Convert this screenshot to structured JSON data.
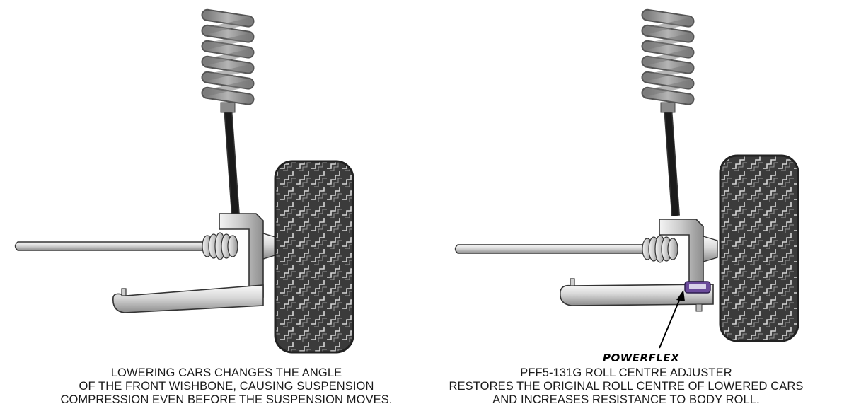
{
  "left_panel": {
    "caption_lines": [
      "LOWERING CARS CHANGES THE ANGLE",
      "OF THE FRONT WISHBONE, CAUSING SUSPENSION",
      "COMPRESSION EVEN BEFORE THE SUSPENSION MOVES."
    ]
  },
  "right_panel": {
    "brand": "POWERFLEX",
    "caption_lines": [
      "PFF5-131G ROLL CENTRE ADJUSTER",
      "RESTORES THE ORIGINAL ROLL CENTRE OF LOWERED CARS",
      "AND INCREASES RESISTANCE TO BODY ROLL."
    ]
  },
  "colors": {
    "metal_light": "#f2f2f2",
    "metal_mid": "#bdbdbd",
    "metal_dark": "#8a8a8a",
    "spring": "#9a9a9a",
    "damper_rod": "#1a1a1a",
    "tyre": "#3a3a3a",
    "bush": "#6a4a9a",
    "outline": "#333333"
  }
}
